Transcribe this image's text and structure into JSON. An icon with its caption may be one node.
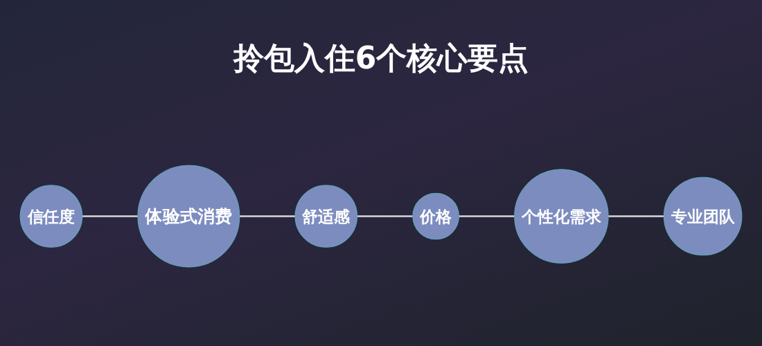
{
  "diagram": {
    "title": "拎包入住6个核心要点",
    "nodes": [
      {
        "text": [
          "信任度"
        ]
      },
      {
        "text": [
          "体验式消费"
        ]
      },
      {
        "text": [
          "舒适感"
        ]
      },
      {
        "text": [
          "价格"
        ]
      },
      {
        "text": [
          "个性化需求"
        ]
      },
      {
        "text": [
          "专业团队"
        ]
      }
    ],
    "edges": [
      {
        "from": 0,
        "to": 1,
        "arrow": "none"
      },
      {
        "from": 1,
        "to": 2,
        "arrow": "none"
      },
      {
        "from": 2,
        "to": 3,
        "arrow": "none"
      },
      {
        "from": 3,
        "to": 4,
        "arrow": "none"
      },
      {
        "from": 4,
        "to": 5,
        "arrow": "none"
      }
    ]
  }
}
